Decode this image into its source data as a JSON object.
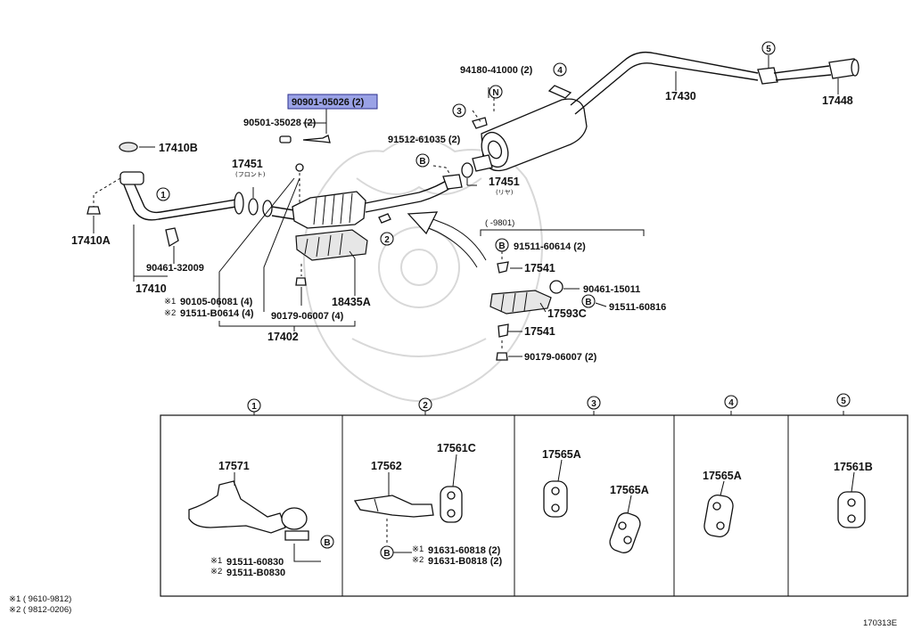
{
  "diagram": {
    "highlighted_part": "90901-05026 (2)",
    "main_labels": {
      "p17410B": "17410B",
      "p17410A": "17410A",
      "p17410": "17410",
      "p90461_32009": "90461-32009",
      "p17451_front": "17451",
      "front_note": "(フロント)",
      "p90501_35028": "90501-35028 (2)",
      "p90105_06081": "90105-06081 (4)",
      "p91511_B0614": "91511-B0614 (4)",
      "mark1": "※1",
      "mark2": "※2",
      "p90179_06007_a": "90179-06007 (4)",
      "p17402": "17402",
      "p18435A": "18435A",
      "p91512_61035": "91512-61035 (2)",
      "p17451_rear": "17451",
      "rear_note": "(リヤ)",
      "p94180_41000": "94180-41000 (2)",
      "p17430": "17430",
      "p17448": "17448",
      "range_9801": "(      -9801)",
      "p91511_60614": "91511-60614 (2)",
      "p17541_a": "17541",
      "p90461_15011": "90461-15011",
      "p91511_60816": "91511-60816",
      "p17593C": "17593C",
      "p17541_b": "17541",
      "p90179_06007_b": "90179-06007 (2)"
    },
    "callout_numbers": [
      "1",
      "2",
      "3",
      "4",
      "5"
    ],
    "callout_letters": {
      "B": "B",
      "N": "N"
    },
    "detail_panels": [
      {
        "num": "1",
        "labels": [
          "17571"
        ],
        "sub": [
          "91511-60830",
          "91511-B0830"
        ]
      },
      {
        "num": "2",
        "labels": [
          "17562",
          "17561C"
        ],
        "sub": [
          "91631-60818 (2)",
          "91631-B0818 (2)"
        ]
      },
      {
        "num": "3",
        "labels": [
          "17565A",
          "17565A"
        ],
        "sub": []
      },
      {
        "num": "4",
        "labels": [
          "17565A"
        ],
        "sub": []
      },
      {
        "num": "5",
        "labels": [
          "17561B"
        ],
        "sub": []
      }
    ],
    "footnotes": [
      "※1 ( 9610-9812)",
      "※2 ( 9812-0206)"
    ],
    "figure_code": "170313E"
  }
}
